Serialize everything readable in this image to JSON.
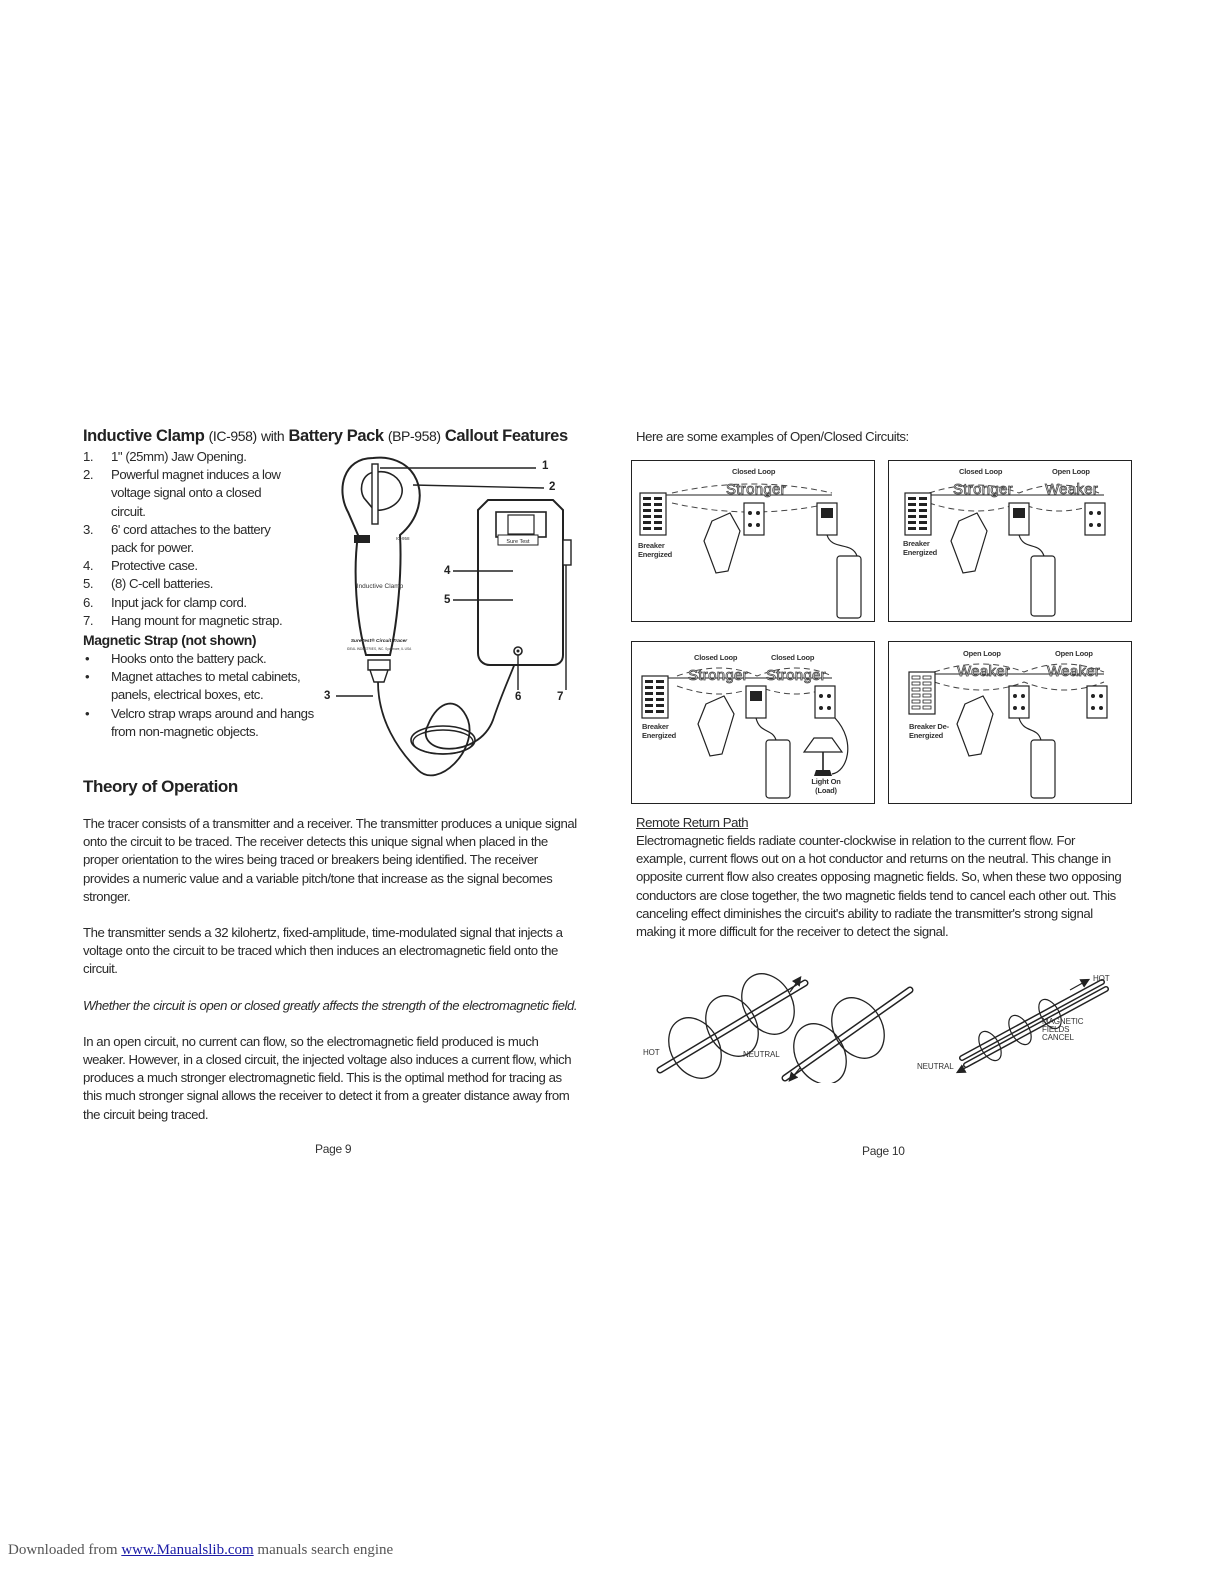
{
  "left_page": {
    "title": {
      "part1_bold": "Inductive Clamp",
      "part1_reg": "(IC-958)",
      "with": "with",
      "part2_bold": "Battery Pack",
      "part2_reg": "(BP-958)",
      "part3_bold": "Callout Features"
    },
    "features": [
      {
        "num": "1.",
        "text": "1\" (25mm) Jaw Opening."
      },
      {
        "num": "2.",
        "text": "Powerful magnet induces a low voltage signal onto a closed circuit."
      },
      {
        "num": "3.",
        "text": "6' cord attaches to the battery pack for power."
      },
      {
        "num": "4.",
        "text": "Protective case."
      },
      {
        "num": "5.",
        "text": "(8) C-cell batteries."
      },
      {
        "num": "6.",
        "text": "Input jack for clamp cord."
      },
      {
        "num": "7.",
        "text": "Hang mount for magnetic strap."
      }
    ],
    "strap_heading": "Magnetic Strap (not shown)",
    "strap_items": [
      {
        "bullet": "•",
        "text": "Hooks onto the battery pack."
      },
      {
        "bullet": "•",
        "text": "Magnet attaches to metal cabinets, panels, electrical boxes, etc."
      },
      {
        "bullet": "•",
        "text": "Velcro strap wraps around and hangs from non-magnetic objects."
      }
    ],
    "callouts": [
      "1",
      "2",
      "3",
      "4",
      "5",
      "6",
      "7"
    ],
    "device_labels": {
      "clamp_label": "Inductive Clamp",
      "brand": "SureTest® Circuit Tracer",
      "maker": "IDEAL INDUSTRIES, INC. Sycamore, IL USA",
      "model": "IC-958",
      "pack_label": "Sure Test"
    },
    "theory_heading": "Theory of Operation",
    "paragraphs": [
      "The tracer consists of a transmitter and a receiver. The transmitter produces a unique signal onto the circuit to be traced. The receiver detects this unique signal when placed in the proper orientation to the wires being traced or breakers being identified. The receiver provides a numeric value and a variable pitch/tone that increase as the signal becomes stronger.",
      "The transmitter sends a 32 kilohertz, fixed-amplitude, time-modulated signal that injects a voltage onto the circuit to be traced which then induces an electromagnetic field onto the circuit.",
      "Whether the circuit is open or closed greatly affects the strength of the electromagnetic field.",
      "In an open circuit, no current can flow, so the electromagnetic field produced is much weaker. However, in a closed circuit, the injected voltage also induces a current flow, which produces a much stronger electromagnetic field. This is the optimal method for tracing as this much stronger signal allows the receiver to detect it from a greater distance away from the circuit being traced."
    ],
    "page_number": "Page 9"
  },
  "right_page": {
    "intro": "Here are some examples of Open/Closed Circuits:",
    "panels": [
      {
        "loop1": "Closed Loop",
        "loop2": "",
        "word1": "Stronger",
        "word2": "",
        "breaker": "Breaker Energized",
        "load": ""
      },
      {
        "loop1": "Closed Loop",
        "loop2": "Open Loop",
        "word1": "Stronger",
        "word2": "Weaker",
        "breaker": "Breaker Energized",
        "load": ""
      },
      {
        "loop1": "Closed Loop",
        "loop2": "Closed Loop",
        "word1": "Stronger",
        "word2": "Stronger",
        "breaker": "Breaker Energized",
        "load": "Light On (Load)"
      },
      {
        "loop1": "Open Loop",
        "loop2": "Open Loop",
        "word1": "Weaker",
        "word2": "Weaker",
        "breaker": "Breaker De-Energized",
        "load": ""
      }
    ],
    "remote_heading": "Remote Return Path",
    "remote_paragraph": "Electromagnetic fields radiate counter-clockwise in relation to the current flow. For example, current flows out on a hot conductor and returns on the neutral. This change in opposite current flow also creates opposing magnetic fields. So, when these two opposing conductors are close together, the two magnetic fields tend to cancel each other out. This canceling effect diminishes the circuit's ability to radiate the transmitter's strong signal making it more difficult for the receiver to detect the signal.",
    "field_labels": {
      "hot_left": "HOT",
      "neutral_left": "NEUTRAL",
      "hot_right": "HOT",
      "cancel": "MAGNETIC FIELDS CANCEL",
      "neutral_right": "NEUTRAL"
    },
    "page_number": "Page 10"
  },
  "footer": {
    "prefix": "Downloaded from",
    "link": "www.Manualslib.com",
    "suffix": "manuals search engine"
  }
}
